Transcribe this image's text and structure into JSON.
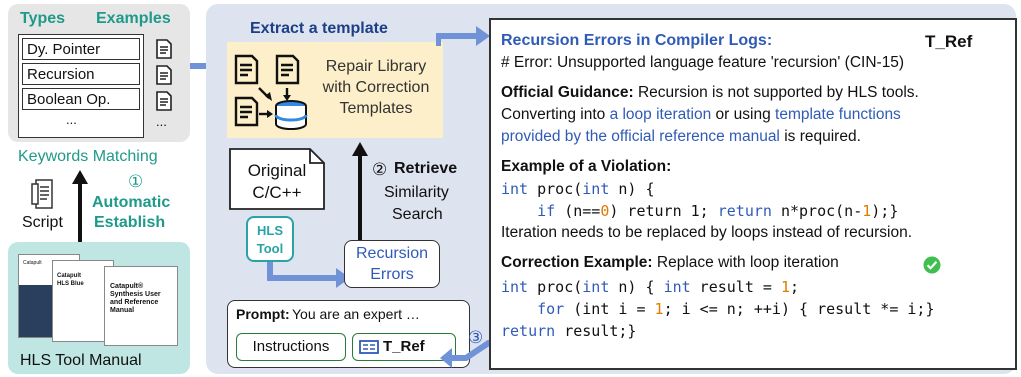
{
  "types_panel": {
    "header_types": "Types",
    "header_examples": "Examples",
    "rows": [
      "Dy. Pointer",
      "Recursion",
      "Boolean Op.",
      "..."
    ],
    "more": "..."
  },
  "keywords_matching": "Keywords Matching",
  "script_label": "Script",
  "step1": {
    "number": "①",
    "line1": "Automatic",
    "line2": "Establish"
  },
  "manual": {
    "label": "HLS Tool Manual",
    "doc_title_1": "Catapult",
    "doc_title_2": "HLS Blue",
    "doc_main_title": "Catapult® Synthesis User and Reference Manual"
  },
  "extract_template": "Extract a template",
  "repair_library": [
    "Repair Library",
    "with Correction",
    "Templates"
  ],
  "original_doc": [
    "Original",
    "C/C++"
  ],
  "hls_tool": [
    "HLS",
    "Tool"
  ],
  "step2": {
    "number": "②",
    "label": "Retrieve",
    "line2": "Similarity",
    "line3": "Search"
  },
  "recursion_errors": [
    "Recursion",
    "Errors"
  ],
  "prompt": {
    "label": "Prompt:",
    "text": "You are an expert …",
    "instructions": "Instructions",
    "tref": "T_Ref"
  },
  "step3": {
    "number": "③"
  },
  "code_panel": {
    "title": "Recursion Errors in Compiler Logs:",
    "tag": "T_Ref",
    "error_line": "# Error: Unsupported language feature 'recursion' (CIN-15)",
    "guidance_label": "Official Guidance:",
    "guidance_1": " Recursion is not supported by HLS tools.",
    "guidance_2a": "Converting into ",
    "guidance_2b": "a loop iteration",
    "guidance_2c": " or using ",
    "guidance_2d": "template functions",
    "guidance_3a": "provided by the official reference manual",
    "guidance_3b": " is required.",
    "violation_label": "Example of a Violation:",
    "violation_note": "Iteration needs to be replaced by loops instead of recursion.",
    "correction_label": "Correction Example:",
    "correction_text": " Replace with loop iteration"
  },
  "colors": {
    "accent_blue": "#2f5bb7",
    "teal": "#1f9a8a",
    "number_orange": "#e07b00",
    "check_green": "#3fbf4f"
  }
}
